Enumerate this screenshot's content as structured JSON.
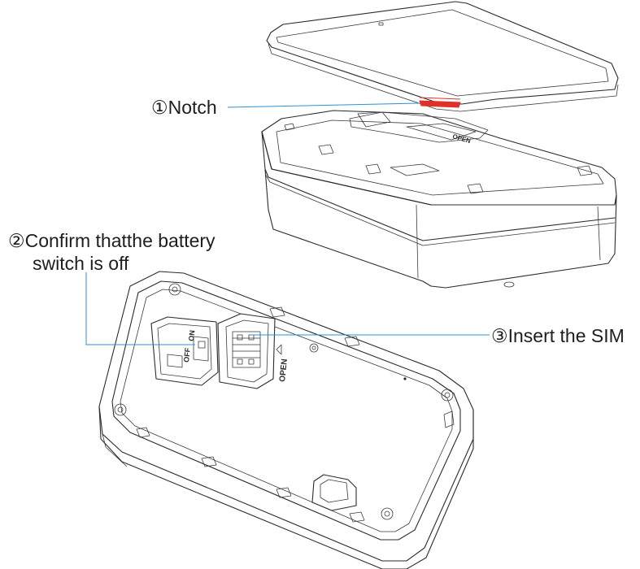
{
  "callouts": {
    "notch": "①Notch",
    "battery_line1": "②Confirm thatthe battery",
    "battery_line2": "switch is off",
    "sim": "③Insert the SIM"
  },
  "device_labels": {
    "switch_on": "ON",
    "switch_off": "OFF",
    "sim_open": "OPEN",
    "lid_open": "OPEN"
  },
  "colors": {
    "leader": "#2f8fd6",
    "notch_highlight": "#e0302a",
    "outline": "#2b2b2b"
  }
}
